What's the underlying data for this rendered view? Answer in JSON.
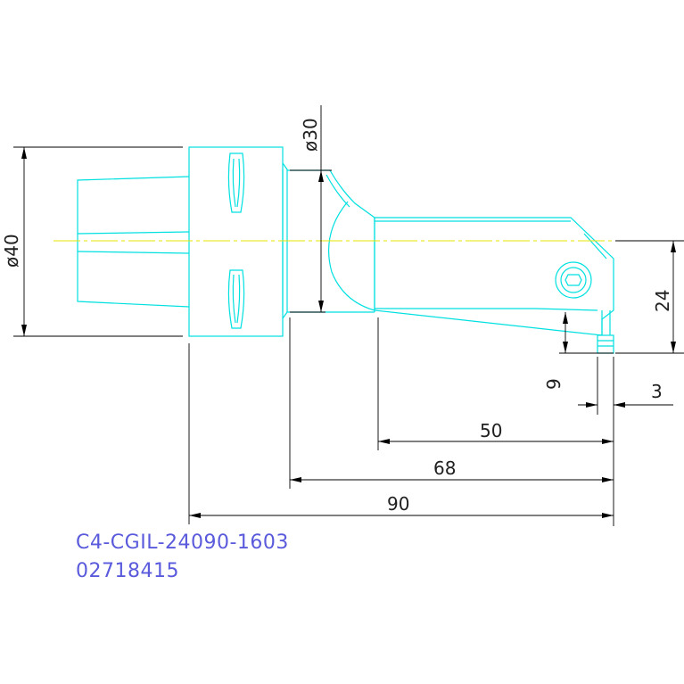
{
  "drawing": {
    "part_number": "C4-CGIL-24090-1603",
    "order_code": "02718415",
    "dimensions": {
      "d40": "ø40",
      "d30": "ø30",
      "l90": "90",
      "l68": "68",
      "l50": "50",
      "h24": "24",
      "h9": "9",
      "w3": "3"
    },
    "colors": {
      "outline": "#00e0e0",
      "centerline": "#e6e600",
      "dimension": "#000000",
      "title_text": "#5a5adc"
    }
  }
}
